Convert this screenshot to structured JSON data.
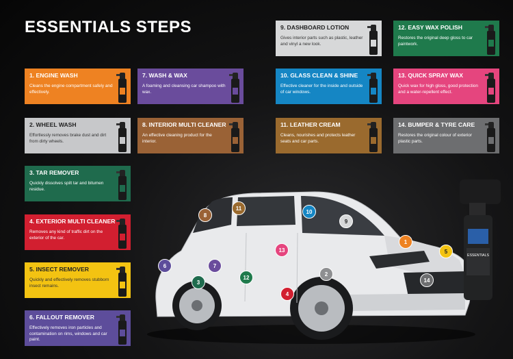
{
  "page": {
    "title": "ESSENTIALS STEPS"
  },
  "steps": [
    {
      "label": "1. ENGINE WASH",
      "desc": "Cleans the engine compartment safely and effectively.",
      "color": "#ee8222"
    },
    {
      "label": "2. WHEEL WASH",
      "desc": "Effortlessly removes brake dust and dirt from dirty wheels.",
      "color": "#c7c8ca"
    },
    {
      "label": "3. TAR REMOVER",
      "desc": "Quickly dissolves spilt tar and bitumen residue.",
      "color": "#1f6b4d"
    },
    {
      "label": "4. EXTERIOR MULTI CLEANER",
      "desc": "Removes any kind of traffic dirt on the exterior of the car.",
      "color": "#d21f30"
    },
    {
      "label": "5. INSECT REMOVER",
      "desc": "Quickly and effectively removes stubborn insect remains.",
      "color": "#f3c312"
    },
    {
      "label": "6. FALLOUT REMOVER",
      "desc": "Effectively removes iron particles and contamination on rims, windows and car paint.",
      "color": "#5d4d9b"
    },
    {
      "label": "7. WASH & WAX",
      "desc": "A foaming and cleansing car shampoo with wax.",
      "color": "#6a4c9c"
    },
    {
      "label": "8. INTERIOR MULTI CLEANER",
      "desc": "An effective cleaning product for the interior.",
      "color": "#9a6236"
    },
    {
      "label": "9. DASHBOARD LOTION",
      "desc": "Gives interior parts such as plastic, leather and vinyl a new look.",
      "color": "#d7d8d9"
    },
    {
      "label": "10. GLASS CLEAN & SHINE",
      "desc": "Effective cleaner for the inside and outside of car windows.",
      "color": "#1586c4"
    },
    {
      "label": "11. LEATHER CREAM",
      "desc": "Cleans, nourishes and protects leather seats and car parts.",
      "color": "#9a6a2e"
    },
    {
      "label": "12. EASY WAX POLISH",
      "desc": "Restores the original deep gloss to car paintwork.",
      "color": "#1f7a4c"
    },
    {
      "label": "13. QUICK SPRAY WAX",
      "desc": "Quick wax for high gloss, good protection and a water-repellent effect.",
      "color": "#e5457e"
    },
    {
      "label": "14. BUMPER & TYRE CARE",
      "desc": "Restores the original colour of exterior plastic parts.",
      "color": "#6d6e70"
    }
  ],
  "markers": [
    {
      "num": "1",
      "color": "#ee8222"
    },
    {
      "num": "2",
      "color": "#8e8f91"
    },
    {
      "num": "3",
      "color": "#1f6b4d"
    },
    {
      "num": "4",
      "color": "#d21f30"
    },
    {
      "num": "5",
      "color": "#f3c312"
    },
    {
      "num": "6",
      "color": "#5d4d9b"
    },
    {
      "num": "7",
      "color": "#6a4c9c"
    },
    {
      "num": "8",
      "color": "#9a6236"
    },
    {
      "num": "9",
      "color": "#d7d8d9"
    },
    {
      "num": "10",
      "color": "#1586c4"
    },
    {
      "num": "11",
      "color": "#9a6a2e"
    },
    {
      "num": "12",
      "color": "#1f7a4c"
    },
    {
      "num": "13",
      "color": "#e5457e"
    },
    {
      "num": "14",
      "color": "#6d6e70"
    }
  ],
  "product": {
    "brand": "ESSENTIALS"
  }
}
